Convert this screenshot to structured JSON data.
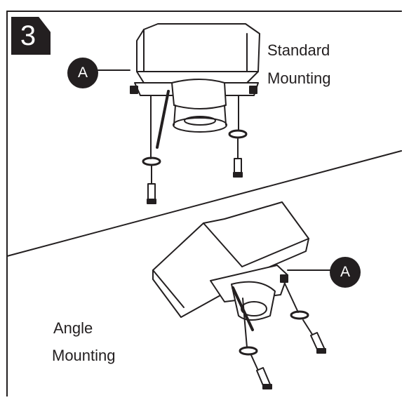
{
  "step": {
    "number": "3"
  },
  "standard": {
    "callout": "A",
    "line1": "Standard",
    "line2": "Mounting"
  },
  "angle": {
    "callout": "A",
    "line1": "Angle",
    "line2": "Mounting"
  },
  "colors": {
    "ink": "#231f20",
    "background": "#ffffff"
  }
}
